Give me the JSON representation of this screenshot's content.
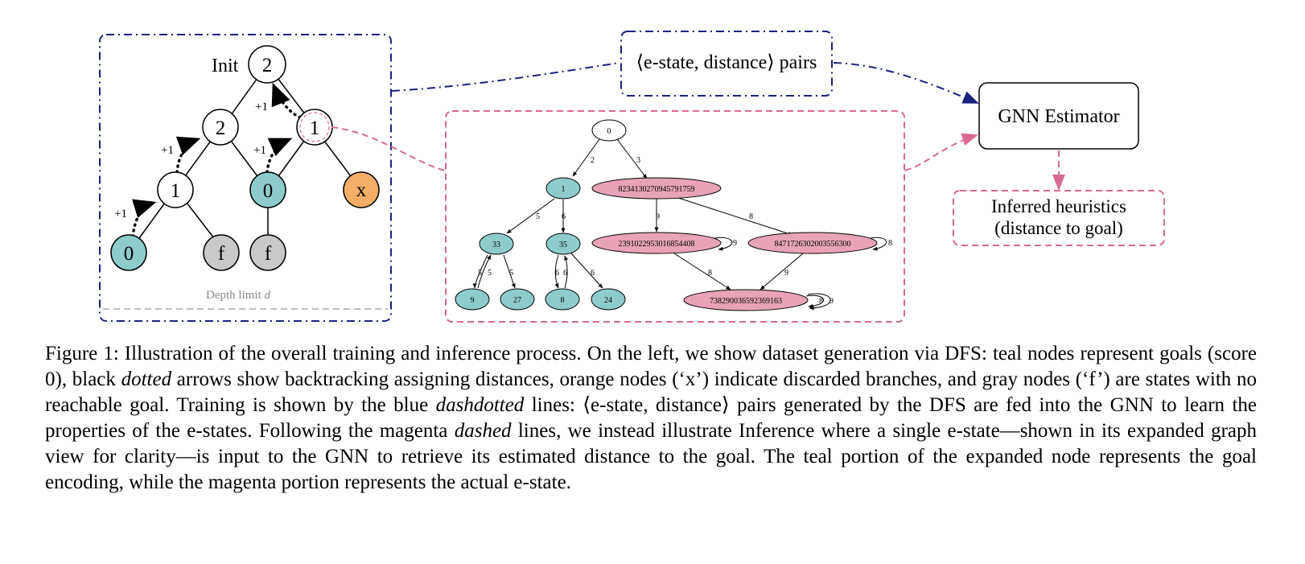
{
  "colors": {
    "teal": "#8ecbcb",
    "orange": "#f5ae67",
    "gray": "#c9c9c9",
    "pink": "#e8a3b7",
    "blue_dashdot": "#1a237e",
    "magenta_dashed": "#d86a93",
    "depth_line": "#999999"
  },
  "dfs_tree": {
    "init_label": "Init",
    "depth_limit_label": "Depth limit",
    "depth_limit_symbol": "d",
    "nodes": {
      "root": "2",
      "left": "2",
      "right": "1",
      "ll": "1",
      "lr": "0",
      "rr": "x",
      "lll": "0",
      "llr": "f",
      "lrl": "f"
    },
    "backtrack_labels": [
      "+1",
      "+1",
      "+1",
      "+1"
    ]
  },
  "pairs_box": {
    "label": "⟨e-state, distance⟩ pairs"
  },
  "gnn_box": {
    "label": "GNN Estimator"
  },
  "heuristics_box": {
    "line1": "Inferred heuristics",
    "line2": "(distance to goal)"
  },
  "estate_graph": {
    "nodes": {
      "n0": "0",
      "n1": "1",
      "n823": "8234130270945791759",
      "n33": "33",
      "n35": "35",
      "n239": "2391022953016854408",
      "n847": "8471726302003556300",
      "n9": "9",
      "n27": "27",
      "n8": "8",
      "n24": "24",
      "n738": "738290036592369163"
    },
    "edge_labels": {
      "e0_1": "2",
      "e0_823": "3",
      "e1_33": "5",
      "e1_35": "6",
      "e823_239": "9",
      "e823_847": "8",
      "e33_9a": "5",
      "e33_9b": "5",
      "e33_27": "5",
      "e35_8a": "6",
      "e35_8b": "6",
      "e35_24": "6",
      "e239_self": "9",
      "e847_self": "8",
      "e239_738": "8",
      "e847_738": "9",
      "e738_self_a": "8",
      "e738_self_b": "9"
    }
  },
  "caption": {
    "p1": "Figure 1: Illustration of the overall training and inference process. On the left, we show dataset generation via DFS: teal nodes represent goals (score 0), black ",
    "e1": "dotted",
    "p2": " arrows show backtracking assigning distances, orange nodes (‘x’) indicate discarded branches, and gray nodes (‘f’) are states with no reachable goal. Training is shown by the blue ",
    "e2": "dashdotted",
    "p3": " lines: ⟨e-state, distance⟩ pairs generated by the DFS are fed into the GNN to learn the properties of the e-states. Following the magenta ",
    "e3": "dashed",
    "p4": " lines, we instead illustrate Inference where a single e-state—shown in its expanded graph view for clarity—is input to the GNN to retrieve its estimated distance to the goal. The teal portion of the expanded node represents the goal encoding, while the magenta portion represents the actual e-state."
  }
}
